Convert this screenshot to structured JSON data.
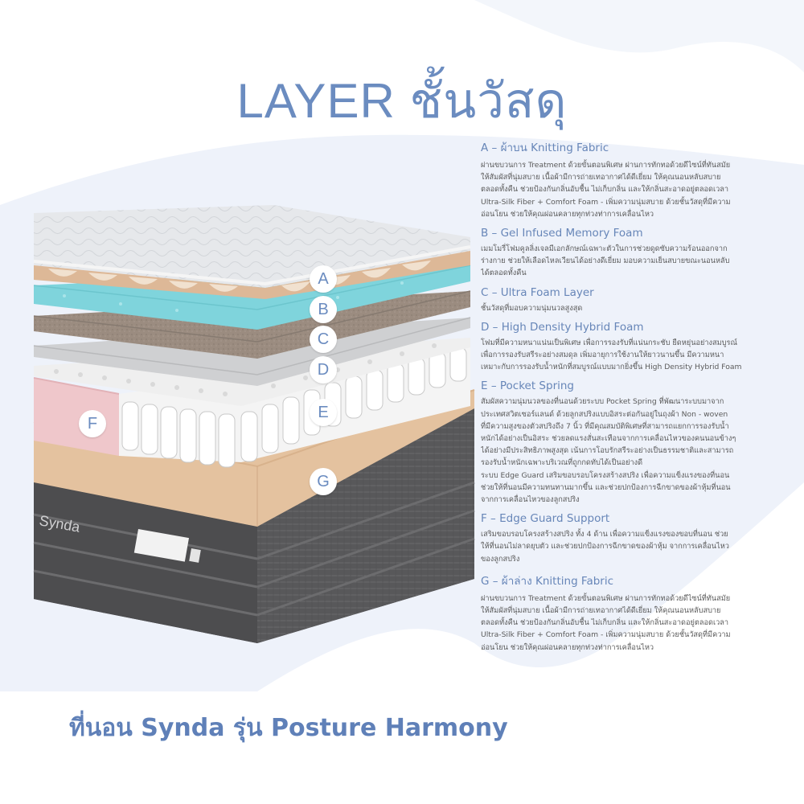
{
  "title": "LAYER ชั้นวัสดุ",
  "footer_title": "ที่นอน Synda รุ่น Posture Harmony",
  "brand_on_mattress": "Synda",
  "colors": {
    "accent_blue": "#6b8cc0",
    "blob_blue": "#eef2fa",
    "top_fabric": "#e8eaec",
    "foam_tan": "#ddb897",
    "gel_teal": "#7fd4dc",
    "hybrid_brown": "#9b8c80",
    "edge_pink": "#efc7cb",
    "base_gray": "#5c5c5e"
  },
  "callouts": [
    "A",
    "B",
    "C",
    "D",
    "E",
    "F",
    "G"
  ],
  "layers": [
    {
      "heading": "A – ผ้าบน Knitting Fabric",
      "lines": [
        "ผ่านขบวนการ Treatment ด้วยขั้นตอนพิเศษ ผ่านการทักทอด้วยดีไซน์ที่ทันสมัย",
        "ให้สัมผัสที่นุ่มสบาย เนื้อผ้ามีการถ่ายเทอากาศได้ดีเยี่ยม ให้คุณนอนหลับสบาย",
        "ตลอดทั้งคืน ช่วยป้องกันกลิ่นอับชื้น ไม่เก็บกลิ่น และให้กลิ่นสะอาดอยู่ตลอดเวลา",
        "Ultra-Silk Fiber + Comfort Foam - เพิ่มความนุ่มสบาย ด้วยชั้นวัสดุที่มีความ",
        "อ่อนโยน ช่วยให้คุณผ่อนคลายทุกท่วงท่าการเคลื่อนไหว"
      ]
    },
    {
      "heading": "B – Gel Infused Memory Foam",
      "lines": [
        "เมมโมรี่โฟมคูลลิ่งเจลมีเอกลักษณ์เฉพาะตัวในการช่วยดูดซับความร้อนออกจาก",
        "ร่างกาย ช่วยให้เลือดไหลเวียนได้อย่างดีเยี่ยม มอบความเย็นสบายขณะนอนหลับ",
        "ได้ตลอดทั้งคืน"
      ]
    },
    {
      "heading": "C – Ultra Foam Layer",
      "lines": [
        "ชั้นวัสดุที่มอบความนุ่มนวลสูงสุด"
      ]
    },
    {
      "heading": "D – High Density Hybrid Foam",
      "lines": [
        "โฟมที่มีความหนาแน่นเป็นพิเศษ เพื่อการรองรับที่แน่นกระชับ ยืดหยุ่นอย่างสมบูรณ์",
        "เพื่อการรองรับสรีระอย่างสมดุล เพิ่มอายุการใช้งานให้ยาวนานขึ้น  มีความหนา",
        "เหมาะกับการรองรับน้ำหนักที่สมบูรณ์แบบมากยิ่งขึ้น High Density Hybrid Foam"
      ]
    },
    {
      "heading": "E – Pocket Spring",
      "lines": [
        "สัมผัสความนุ่มนวลของที่นอนด้วยระบบ Pocket Spring ที่พัฒนาระบบมาจาก",
        "ประเทศสวิตเซอร์แลนด์ ด้วยลูกสปริงแบบอิสระต่อกันอยู่ในถุงผ้า Non - woven",
        "ที่มีความสูงของตัวสปริงถึง 7 นิ้ว  ที่มีคุณสมบัติพิเศษที่สามารถแยกการรองรับน้ำ",
        "หนักได้อย่างเป็นอิสระ ช่วยลดแรงสั่นสะเทือนจากการเคลื่อนไหวของคนนอนข้างๆ",
        "ได้อย่างมีประสิทธิภาพสูงสุด  เน้นการโอบรักสรีระอย่างเป็นธรรมชาติและสามารถ",
        "รองรับน้ำหนักเฉพาะบริเวณที่ถูกกดทับได้เป็นอย่างดี",
        "ระบบ Edge Guard เสริมขอบรอบโครงสร้างสปริง เพื่อความแข็งแรงของที่นอน",
        "ช่วยให้ที่นอนมีความทนทานมากขึ้น และช่วยปกป้องการฉีกขาดของผ้าหุ้มที่นอน",
        "จากการเคลื่อนไหวของลูกสปริง"
      ]
    },
    {
      "heading": "F – Edge Guard Support",
      "lines": [
        "เสริมขอบรอบโครงสร้างสปริง ทั้ง 4 ด้าน เพื่อความแข็งแรงของขอบที่นอน ช่วย",
        "ให้ที่นอนไม่ลาดยุบตัว และช่วยปกป้องการฉีกขาดของผ้าหุ้ม จากการเคลื่อนไหว",
        "ของลูกสปริง"
      ]
    },
    {
      "heading": "G – ผ้าล่าง Knitting Fabric",
      "lines": [
        "ผ่านขบวนการ Treatment ด้วยขั้นตอนพิเศษ ผ่านการทักทอด้วยดีไซน์ที่ทันสมัย",
        "ให้สัมผัสที่นุ่มสบาย เนื้อผ้ามีการถ่ายเทอากาศได้ดีเยี่ยม ให้คุณนอนหลับสบาย",
        "ตลอดทั้งคืน ช่วยป้องกันกลิ่นอับชื้น ไม่เก็บกลิ่น และให้กลิ่นสะอาดอยู่ตลอดเวลา",
        "Ultra-Silk Fiber + Comfort Foam - เพิ่มความนุ่มสบาย ด้วยชั้นวัสดุที่มีความ",
        "อ่อนโยน ช่วยให้คุณผ่อนคลายทุกท่วงท่าการเคลื่อนไหว"
      ]
    }
  ]
}
